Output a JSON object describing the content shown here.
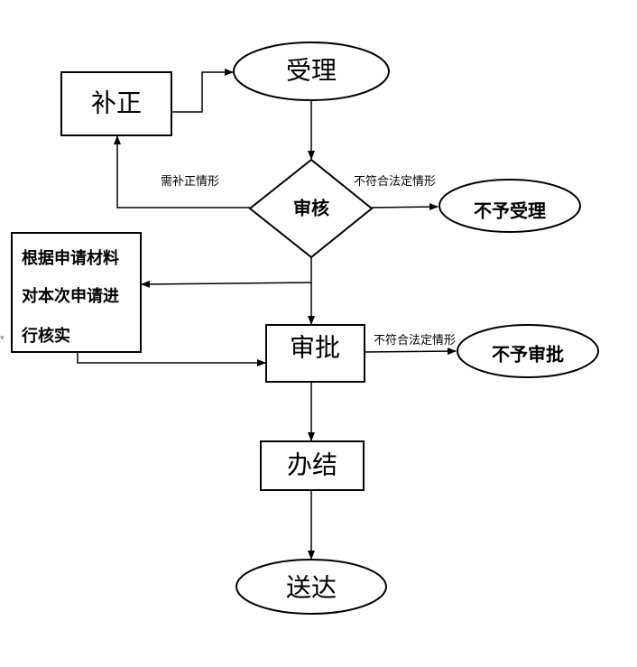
{
  "nodes": {
    "buzheng": "补正",
    "shouli": "受理",
    "shenhe": "审核",
    "buyu_shouli": "不予受理",
    "hecha_line1": "根据申请材料",
    "hecha_line2": "对本次申请进",
    "hecha_line3": "行核实",
    "shenpi": "审批",
    "buyu_shenpi": "不予审批",
    "banjie": "办结",
    "songda": "送达"
  },
  "edges": {
    "need_correction": "需补正情形",
    "not_legal_1": "不符合法定情形",
    "not_legal_2": "不符合法定情形"
  }
}
